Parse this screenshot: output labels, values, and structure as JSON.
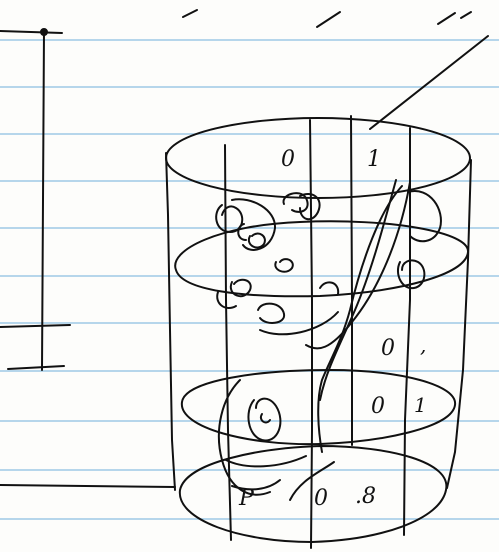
{
  "page": {
    "paper_color": "#fdfdfb",
    "rule_color": "#9ec9e6",
    "ink_color": "#111111"
  },
  "sketch": {
    "labels": {
      "top_left": "0",
      "top_right": "1",
      "mid_right_upper": "0",
      "mid_right_upper_b": ",",
      "mid_right_lower": "0",
      "mid_right_lower_b": "1",
      "bottom_left": "P",
      "bottom_mid": "0",
      "bottom_right": ".8"
    }
  }
}
